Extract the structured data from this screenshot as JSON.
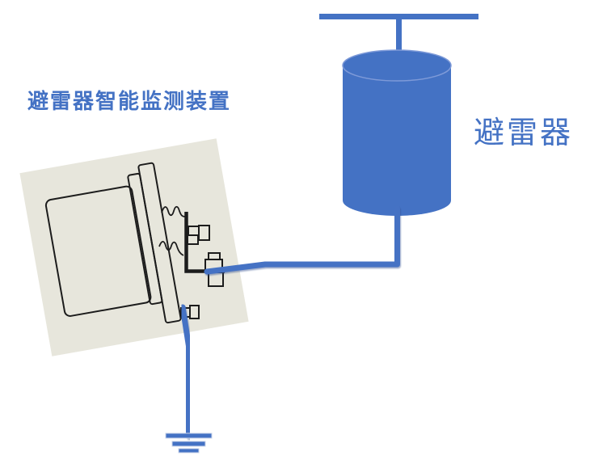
{
  "diagram": {
    "monitor_label": "避雷器智能监测装置",
    "arrester_label": "避雷器",
    "colors": {
      "wire_blue": "#4472C4",
      "cylinder_top_edge": "#7e9ad8",
      "panel_beige": "#e7e6dc",
      "outline_black": "#1c1c1c",
      "canvas_white": "#ffffff",
      "label_blue": "#4472C4"
    },
    "icons": {
      "ground_symbol": "earth-ground three-bar icon",
      "arrester_shape": "blue cylinder",
      "spring_connector": "zigzag spring line",
      "bolt": "square nut-and-head glyph"
    }
  }
}
